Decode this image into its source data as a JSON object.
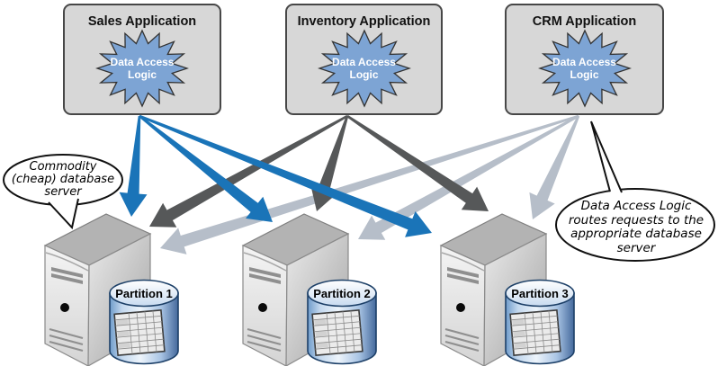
{
  "applications": [
    {
      "id": "sales",
      "label": "Sales Application",
      "burst_lines": [
        "Data Access",
        "Logic"
      ]
    },
    {
      "id": "inventory",
      "label": "Inventory Application",
      "burst_lines": [
        "Data Access",
        "Logic"
      ]
    },
    {
      "id": "crm",
      "label": "CRM Application",
      "burst_lines": [
        "Data Access",
        "Logic"
      ]
    }
  ],
  "servers": [
    {
      "id": "partition-1",
      "label": "Partition 1"
    },
    {
      "id": "partition-2",
      "label": "Partition 2"
    },
    {
      "id": "partition-3",
      "label": "Partition 3"
    }
  ],
  "callouts": {
    "left": {
      "lines": [
        "Commodity",
        "(cheap) database",
        "server"
      ]
    },
    "right": {
      "lines": [
        "Data Access Logic",
        "routes requests to the",
        "appropriate database",
        "server"
      ]
    }
  },
  "edges": [
    {
      "from": "sales",
      "to": "partition-1",
      "color": "blue"
    },
    {
      "from": "sales",
      "to": "partition-2",
      "color": "blue"
    },
    {
      "from": "sales",
      "to": "partition-3",
      "color": "blue"
    },
    {
      "from": "inventory",
      "to": "partition-1",
      "color": "dark"
    },
    {
      "from": "inventory",
      "to": "partition-2",
      "color": "dark"
    },
    {
      "from": "inventory",
      "to": "partition-3",
      "color": "dark"
    },
    {
      "from": "crm",
      "to": "partition-1",
      "color": "light"
    },
    {
      "from": "crm",
      "to": "partition-2",
      "color": "light"
    },
    {
      "from": "crm",
      "to": "partition-3",
      "color": "light"
    }
  ],
  "colors": {
    "arrow_blue": "#1a74b8",
    "arrow_dark": "#565859",
    "arrow_light": "#b6bec9",
    "burst_fill": "#7da4d4",
    "box_fill": "#d7d7d7"
  }
}
